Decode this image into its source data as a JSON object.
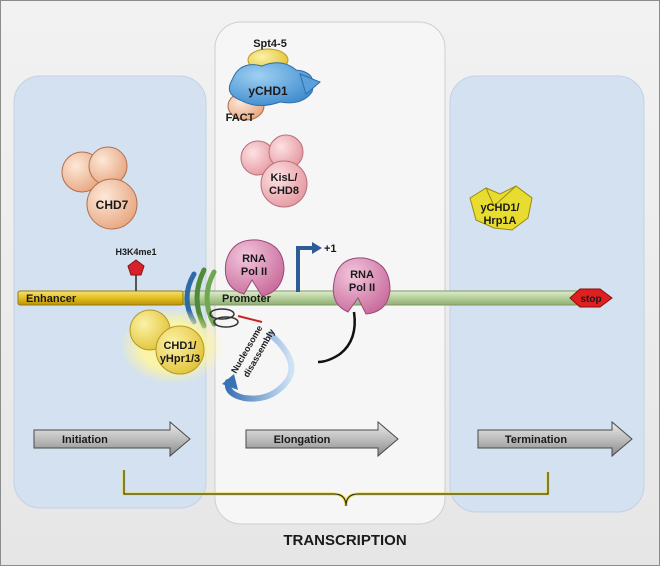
{
  "labels": {
    "spt": "Spt4-5",
    "ychd1": "yCHD1",
    "fact": "FACT",
    "kisl_1": "KisL/",
    "kisl_2": "CHD8",
    "chd7": "CHD7",
    "ychd1_hrp_1": "yCHD1/",
    "ychd1_hrp_2": "Hrp1A",
    "h3k4": "H3K4me1",
    "enhancer": "Enhancer",
    "promoter": "Promoter",
    "rnapol_a_1": "RNA",
    "rnapol_a_2": "Pol II",
    "rnapol_b_1": "RNA",
    "rnapol_b_2": "Pol II",
    "plus1": "+1",
    "stop": "stop",
    "chd1_1": "CHD1/",
    "chd1_2": "yHpr1/3",
    "nucleosome_1": "Nucleosome",
    "nucleosome_2": "disassembly",
    "initiation": "Initiation",
    "elongation": "Elongation",
    "termination": "Termination",
    "transcription": "TRANSCRIPTION"
  },
  "colors": {
    "phase_box": "#d3e1f0",
    "center_box": "#f5f5f5",
    "dna": "#b9d3a0",
    "enhancer": "#e6c422",
    "rna_pol": "#d98ab0",
    "stop": "#e02020",
    "bracket": "#e8dc4a"
  }
}
